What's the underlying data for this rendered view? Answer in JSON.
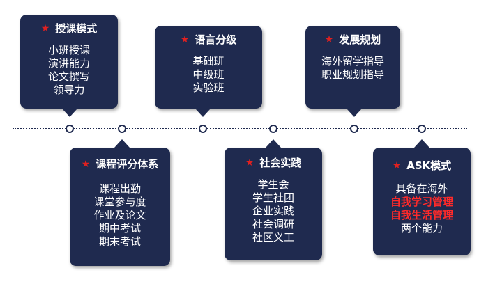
{
  "colors": {
    "card": "#1f2a4f",
    "star": "#e02020",
    "highlight": "#ff2a2a"
  },
  "star_icon": "★",
  "cards": [
    {
      "title": "授课模式",
      "items": [
        "小班授课",
        "演讲能力",
        "论文撰写",
        "领导力"
      ]
    },
    {
      "title": "课程评分体系",
      "items": [
        "课程出勤",
        "课堂参与度",
        "作业及论文",
        "期中考试",
        "期末考试"
      ]
    },
    {
      "title": "语言分级",
      "items": [
        "基础班",
        "中级班",
        "实验班"
      ]
    },
    {
      "title": "社会实践",
      "items": [
        "学生会",
        "学生社团",
        "企业实践",
        "社会调研",
        "社区义工"
      ]
    },
    {
      "title": "发展规划",
      "items": [
        "海外留学指导",
        "职业规划指导"
      ]
    },
    {
      "title": "ASK模式",
      "items": [
        "具备在海外",
        "自我学习管理",
        "自我生活管理",
        "两个能力"
      ],
      "highlight": [
        1,
        2
      ]
    }
  ]
}
